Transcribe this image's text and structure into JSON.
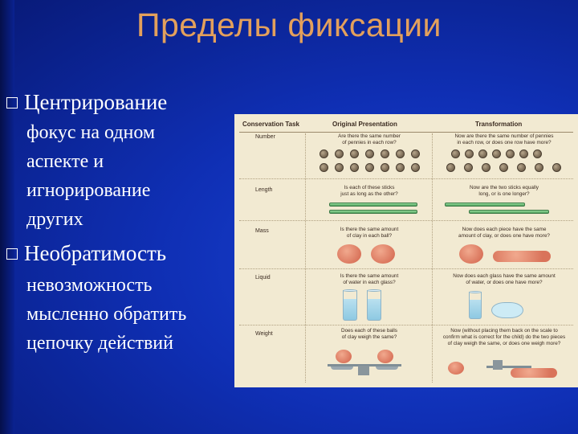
{
  "title": "Пределы фиксации",
  "bullets": [
    {
      "label": "Центрирование",
      "text_lines": [
        "фокус на одном",
        "аспекте и",
        "игнорирование",
        "других"
      ]
    },
    {
      "label": "Необратимость",
      "text_lines": [
        "невозможность",
        "мысленно обратить",
        "цепочку действий"
      ]
    }
  ],
  "figure": {
    "headers": {
      "task": "Conservation Task",
      "original": "Original Presentation",
      "transformation": "Transformation"
    },
    "rows": [
      {
        "task": "Number",
        "original_q": [
          "Are there the same number",
          "of pennies in each row?"
        ],
        "transform_q": [
          "Now are there the same number of pennies",
          "in each row, or does one row have more?"
        ]
      },
      {
        "task": "Length",
        "original_q": [
          "Is each of these sticks",
          "just as long as the other?"
        ],
        "transform_q": [
          "Now are the two sticks equally",
          "long, or is one longer?"
        ]
      },
      {
        "task": "Mass",
        "original_q": [
          "Is there the same amount",
          "of clay in each ball?"
        ],
        "transform_q": [
          "Now does each piece have the same",
          "amount of clay, or does one have more?"
        ]
      },
      {
        "task": "Liquid",
        "original_q": [
          "Is there the same amount",
          "of water in each glass?"
        ],
        "transform_q": [
          "Now does each glass have the same amount",
          "of water, or does one have more?"
        ]
      },
      {
        "task": "Weight",
        "original_q": [
          "Does each of these balls",
          "of clay weigh the same?"
        ],
        "transform_q": [
          "Now (without placing them back on the scale to",
          "confirm what is correct for the child) do the two pieces",
          "of clay weigh the same, or does one weigh more?"
        ]
      }
    ]
  }
}
